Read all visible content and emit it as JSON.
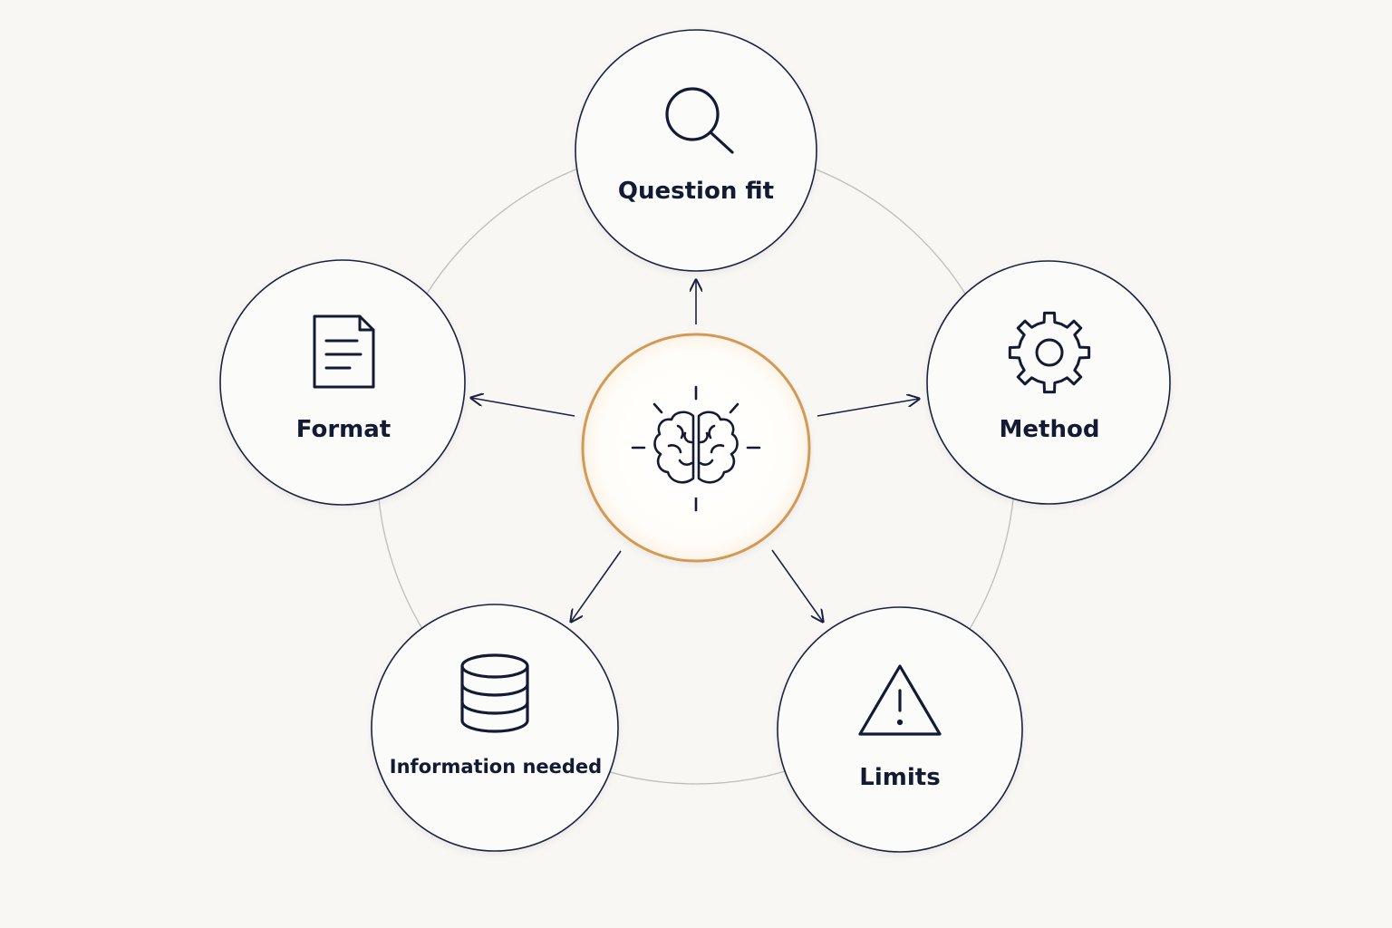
{
  "colors": {
    "background": "#f8f7f4",
    "node_fill": "#fbfbfa",
    "node_stroke": "#1b2140",
    "center_stroke": "#d39a55",
    "ring_stroke": "#bdbdbd",
    "icon_stroke": "#131a33",
    "text": "#131a33"
  },
  "center": {
    "icon": "brain-icon"
  },
  "nodes": [
    {
      "id": "question-fit",
      "label": "Question fit",
      "icon": "magnifier-icon"
    },
    {
      "id": "method",
      "label": "Method",
      "icon": "gear-icon"
    },
    {
      "id": "limits",
      "label": "Limits",
      "icon": "warning-triangle-icon"
    },
    {
      "id": "information-needed",
      "label": "Information needed",
      "icon": "database-icon"
    },
    {
      "id": "format",
      "label": "Format",
      "icon": "document-icon"
    }
  ]
}
